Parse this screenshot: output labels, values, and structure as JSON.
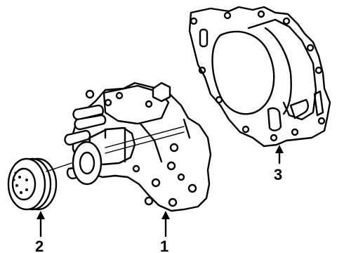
{
  "callouts": {
    "water_pump": "1",
    "pulley": "2",
    "gasket": "3"
  }
}
